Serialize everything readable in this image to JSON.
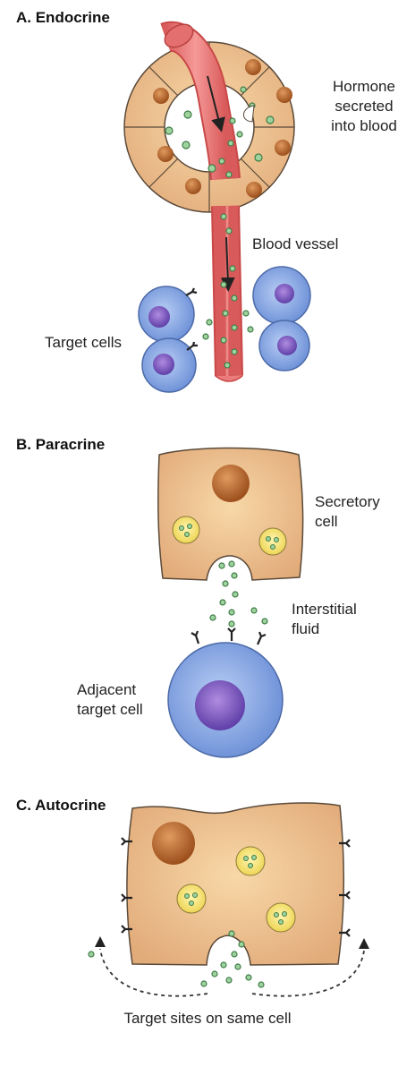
{
  "panels": {
    "endocrine": {
      "title": "A. Endocrine",
      "label_hormone": "Hormone\nsecreted\ninto blood",
      "label_vessel": "Blood vessel",
      "label_targets": "Target cells"
    },
    "paracrine": {
      "title": "B. Paracrine",
      "label_secretory": "Secretory\ncell",
      "label_fluid": "Interstitial\nfluid",
      "label_adjacent": "Adjacent\ntarget cell"
    },
    "autocrine": {
      "title": "C. Autocrine",
      "label_sites": "Target sites on same cell"
    }
  },
  "colors": {
    "cell_fill": "#e9b98a",
    "cell_edge": "#5a4a3a",
    "nucleus_brown": "#b5652a",
    "vesicle_yellow": "#f3e26a",
    "granule_green": "#7cbf8a",
    "vessel_red": "#ec7c7c",
    "target_blue": "#6f8fd0",
    "target_nucleus": "#7a5ab8"
  }
}
